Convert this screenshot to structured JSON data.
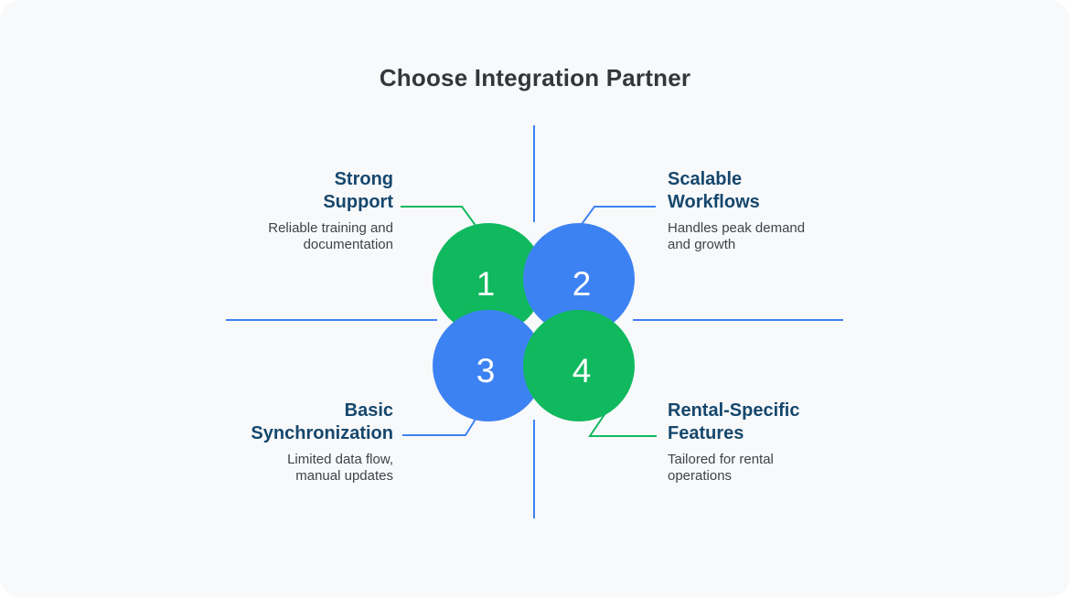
{
  "title": "Choose Integration Partner",
  "palette": {
    "green": "#10b95e",
    "blue": "#3d82f2",
    "heading_navy": "#15476d",
    "body_text": "#3e434a",
    "title_text": "#32373c",
    "card_bg": "#f8f9fb"
  },
  "circles": [
    {
      "number": "1",
      "color": "#10b95e"
    },
    {
      "number": "2",
      "color": "#3d82f2"
    },
    {
      "number": "3",
      "color": "#3d82f2"
    },
    {
      "number": "4",
      "color": "#10b95e"
    }
  ],
  "labels": {
    "top_left": {
      "heading": "Strong\nSupport",
      "description": "Reliable training and\ndocumentation"
    },
    "top_right": {
      "heading": "Scalable\nWorkflows",
      "description": "Handles peak demand\nand growth"
    },
    "bottom_left": {
      "heading": "Basic\nSynchronization",
      "description": "Limited data flow,\nmanual updates"
    },
    "bottom_right": {
      "heading": "Rental-Specific\nFeatures",
      "description": "Tailored for rental\noperations"
    }
  }
}
